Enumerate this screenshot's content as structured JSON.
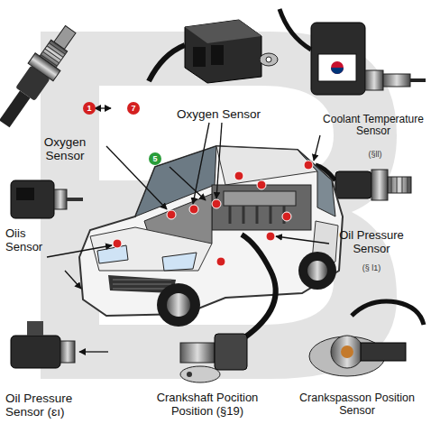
{
  "diagram": {
    "labels": [
      "1",
      "7",
      "Oxygen Sensor",
      "Oxygen Sensor",
      "Coolant Temperature Sensor",
      "(§ll)",
      "5",
      "Oiis Sensor",
      "Oil Pressure Sensor",
      "(§ l1)",
      "Oil Pressure Sensor (ɛı)",
      "Crankshaft Pocition Position (§19)",
      "Crankspasson Position Sensor"
    ]
  }
}
